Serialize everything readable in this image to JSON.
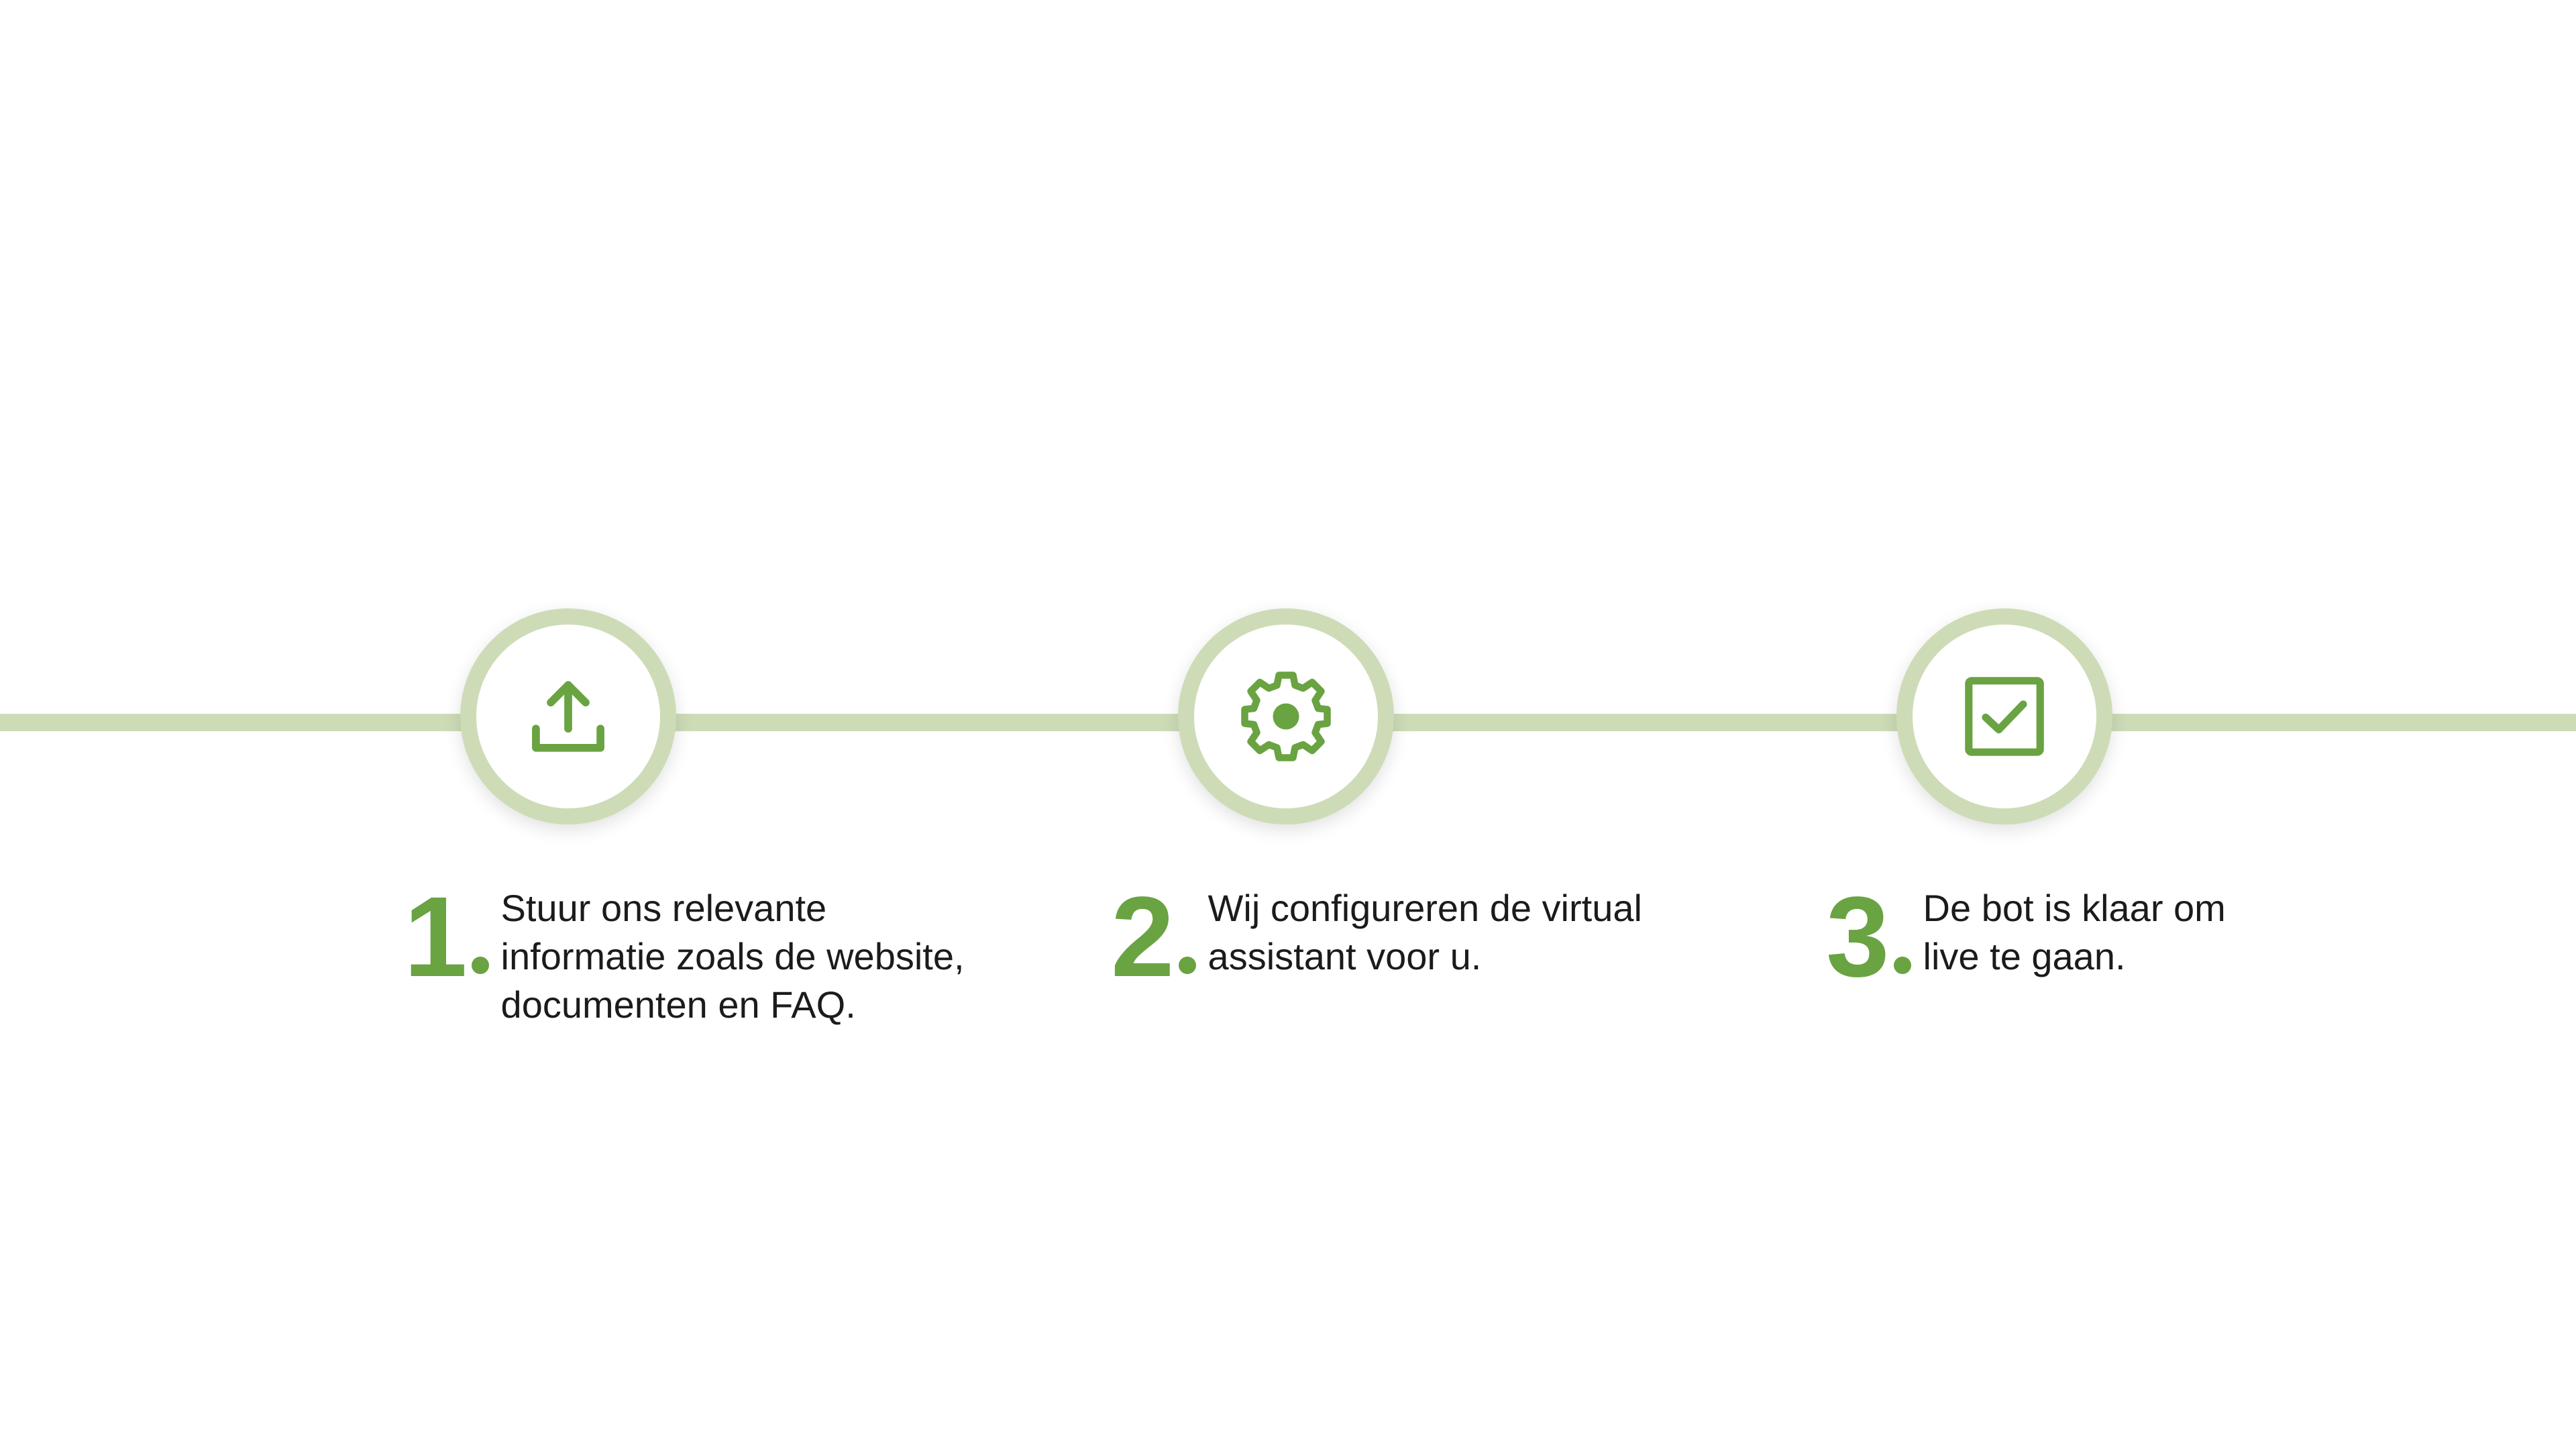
{
  "colors": {
    "accent": "#6aa342",
    "timeline": "#cddcb7",
    "text": "#1b1b1b",
    "background": "#ffffff"
  },
  "steps": [
    {
      "icon": "upload-icon",
      "number": "1",
      "text": "Stuur ons relevante informatie zoals de website, documenten en FAQ."
    },
    {
      "icon": "gear-icon",
      "number": "2",
      "text": "Wij configureren de virtual assistant voor u."
    },
    {
      "icon": "checkbox-icon",
      "number": "3",
      "text": "De bot is klaar om live te gaan."
    }
  ]
}
